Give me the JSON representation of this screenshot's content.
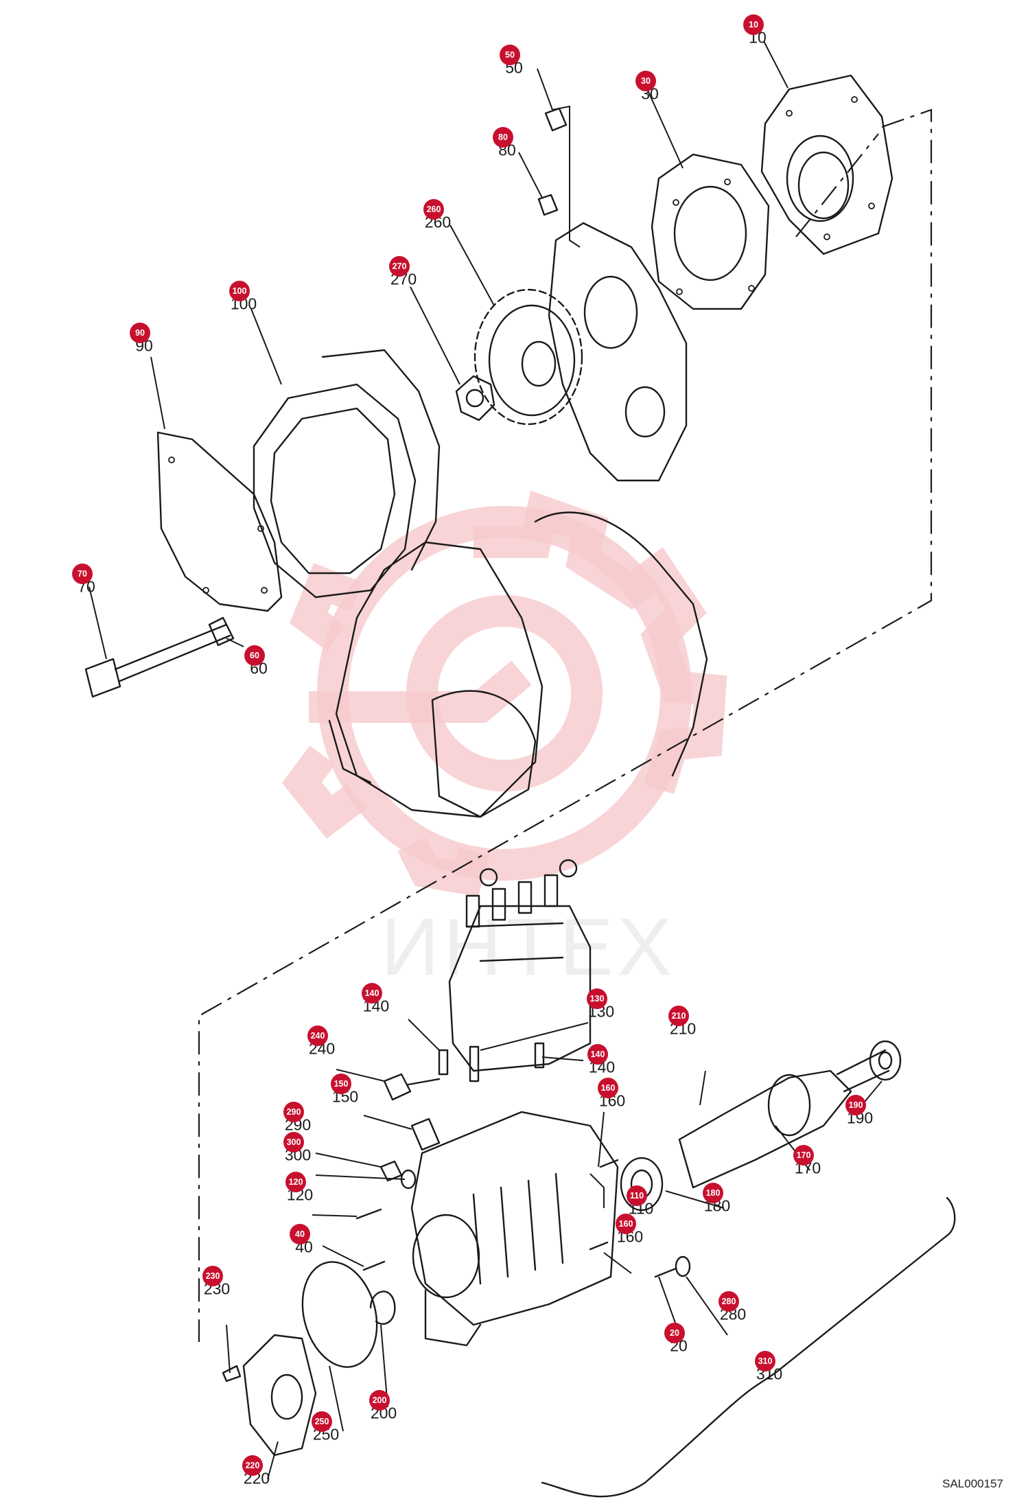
{
  "drawing_code": "SAL000157",
  "watermark_text": "ИНТЕХ",
  "colors": {
    "callout": "#c8102e",
    "watermark": "#f6c9cc",
    "line": "#1a1a1a"
  },
  "callouts": [
    {
      "id": "10",
      "label": "10"
    },
    {
      "id": "20",
      "label": "20"
    },
    {
      "id": "30",
      "label": "30"
    },
    {
      "id": "40",
      "label": "40"
    },
    {
      "id": "50",
      "label": "50"
    },
    {
      "id": "60",
      "label": "60"
    },
    {
      "id": "70",
      "label": "70"
    },
    {
      "id": "80",
      "label": "80"
    },
    {
      "id": "90",
      "label": "90"
    },
    {
      "id": "100",
      "label": "100"
    },
    {
      "id": "110",
      "label": "110"
    },
    {
      "id": "120",
      "label": "120"
    },
    {
      "id": "130",
      "label": "130"
    },
    {
      "id": "140a",
      "label": "140"
    },
    {
      "id": "140b",
      "label": "140"
    },
    {
      "id": "150",
      "label": "150"
    },
    {
      "id": "160a",
      "label": "160"
    },
    {
      "id": "160b",
      "label": "160"
    },
    {
      "id": "170",
      "label": "170"
    },
    {
      "id": "180",
      "label": "180"
    },
    {
      "id": "190",
      "label": "190"
    },
    {
      "id": "200",
      "label": "200"
    },
    {
      "id": "210",
      "label": "210"
    },
    {
      "id": "220",
      "label": "220"
    },
    {
      "id": "230",
      "label": "230"
    },
    {
      "id": "240",
      "label": "240"
    },
    {
      "id": "250",
      "label": "250"
    },
    {
      "id": "260",
      "label": "260"
    },
    {
      "id": "270",
      "label": "270"
    },
    {
      "id": "280",
      "label": "280"
    },
    {
      "id": "290",
      "label": "290"
    },
    {
      "id": "300",
      "label": "300"
    },
    {
      "id": "310",
      "label": "310"
    }
  ]
}
